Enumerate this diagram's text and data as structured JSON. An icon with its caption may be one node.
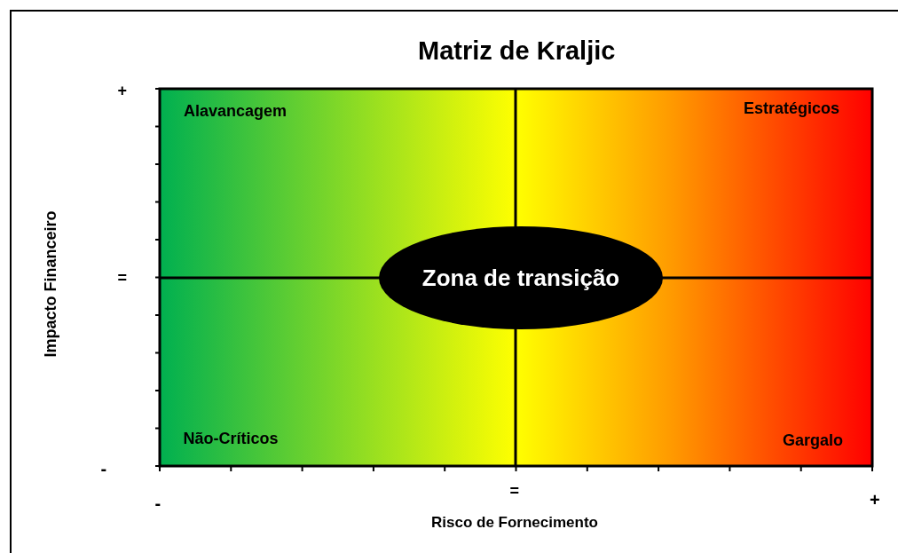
{
  "diagram": {
    "title": "Matriz de Kraljic",
    "nodes": [
      {
        "text": [
          "Zona de transição"
        ]
      }
    ],
    "labels": [
      "+",
      "Alavancagem",
      "Estratégicos",
      "Impacto Financeiro",
      "=",
      "Não-Críticos",
      "Gargalo",
      "-",
      "=",
      "-",
      "+",
      "Risco de Fornecimento"
    ]
  }
}
